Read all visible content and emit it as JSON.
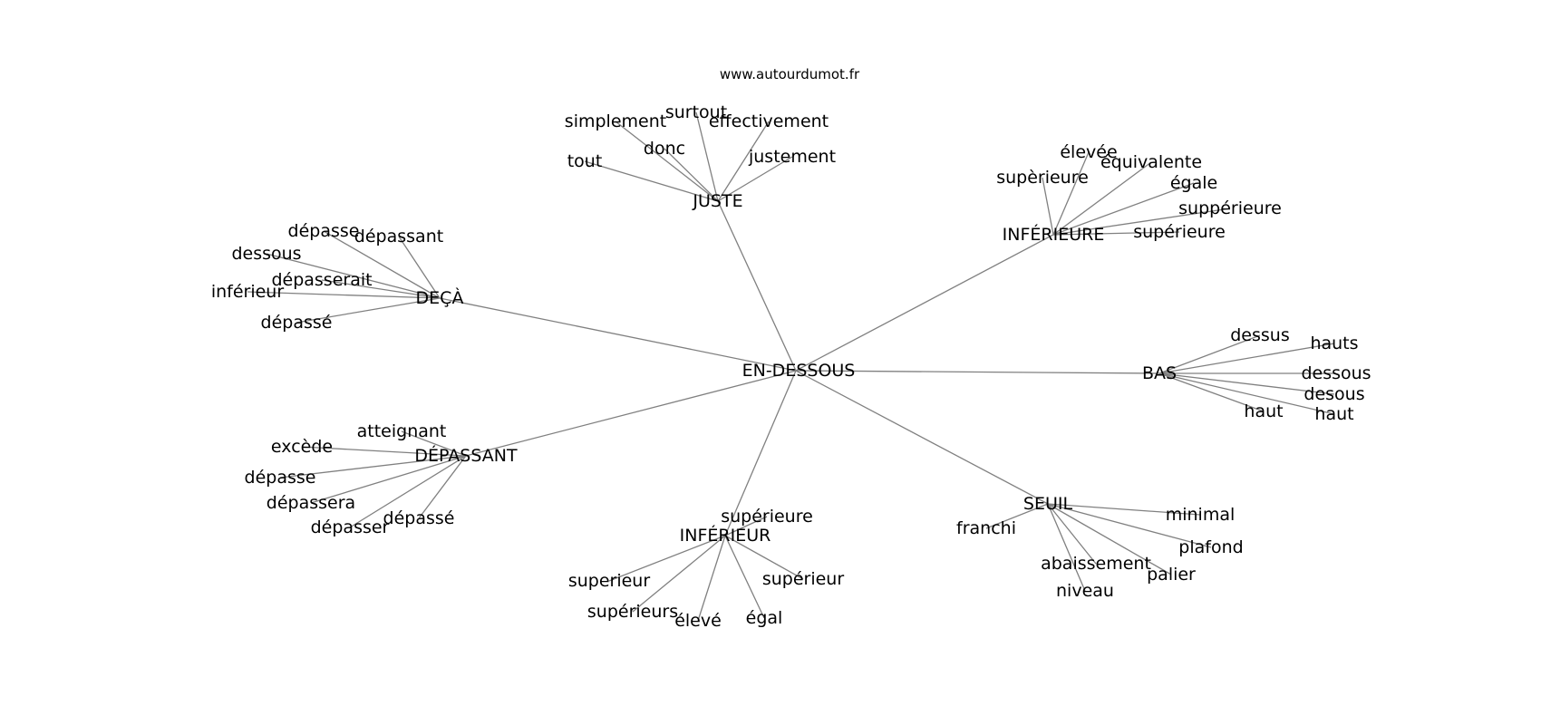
{
  "source_text": "www.autourdumot.fr",
  "colors": {
    "edge": "#808080",
    "text": "#000000",
    "background": "#ffffff"
  },
  "graph": {
    "center": "EN-DESSOUS",
    "clusters": [
      {
        "hub": "JUSTE",
        "words": [
          "simplement",
          "surtout",
          "effectivement",
          "donc",
          "tout",
          "justement"
        ]
      },
      {
        "hub": "INFÉRIEURE",
        "words": [
          "élevée",
          "supèrieure",
          "équivalente",
          "égale",
          "suppérieure",
          "supérieure"
        ]
      },
      {
        "hub": "DEÇÀ",
        "words": [
          "dépasse",
          "dépassant",
          "dessous",
          "dépasserait",
          "inférieur",
          "dépassé"
        ]
      },
      {
        "hub": "BAS",
        "words": [
          "dessus",
          "hauts",
          "dessous",
          "desous",
          "haut",
          "haut"
        ]
      },
      {
        "hub": "DÉPASSANT",
        "words": [
          "atteignant",
          "excède",
          "dépasse",
          "dépassera",
          "dépassé",
          "dépasser"
        ]
      },
      {
        "hub": "SEUIL",
        "words": [
          "minimal",
          "franchi",
          "plafond",
          "abaissement",
          "palier",
          "niveau"
        ]
      },
      {
        "hub": "INFÉRIEUR",
        "words": [
          "supérieure",
          "superieur",
          "supérieur",
          "supérieurs",
          "élevé",
          "égal"
        ]
      }
    ]
  }
}
